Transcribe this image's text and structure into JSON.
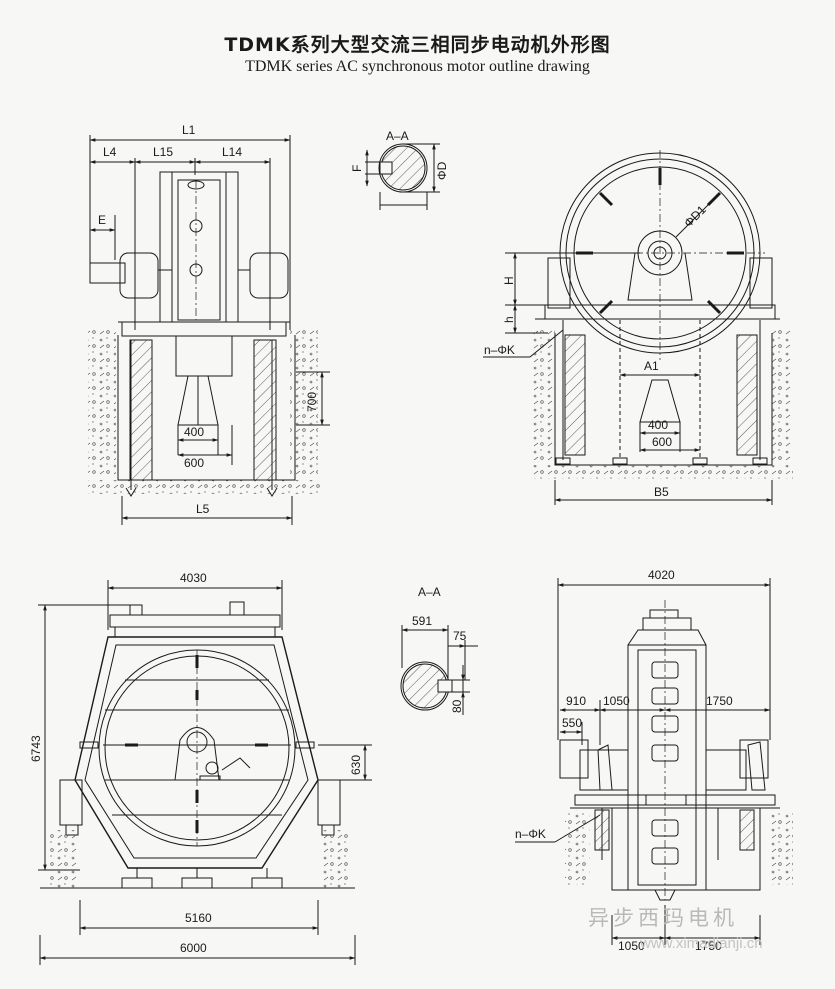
{
  "title_cn": "TDMK系列大型交流三相同步电动机外形图",
  "title_en": "TDMK series AC synchronous motor outline drawing",
  "view1": {
    "L1": "L1",
    "L4": "L4",
    "L15": "L15",
    "L14": "L14",
    "E": "E",
    "d700": "700",
    "d400": "400",
    "d600": "600",
    "L5": "L5"
  },
  "section_aa": {
    "label": "A–A",
    "F": "F",
    "D": "ΦD"
  },
  "view2": {
    "D1": "ΦD1",
    "H": "H",
    "h": "h",
    "nK": "n–ΦK",
    "A1": "A1",
    "d400": "400",
    "d600": "600",
    "B5": "B5"
  },
  "view3": {
    "d4030": "4030",
    "d6743": "6743",
    "d630": "630",
    "d5160": "5160",
    "d6000": "6000"
  },
  "section_aa2": {
    "label": "A–A",
    "d591": "591",
    "d75": "75",
    "d80": "80"
  },
  "view4": {
    "d4020": "4020",
    "d910": "910",
    "d1050": "1050",
    "d1750": "1750",
    "d550": "550",
    "nK": "n–ΦK",
    "b1050": "1050",
    "b1750": "1750"
  },
  "watermark": {
    "cn": "异步西玛电机",
    "url": "www.ximadianji.cn"
  }
}
